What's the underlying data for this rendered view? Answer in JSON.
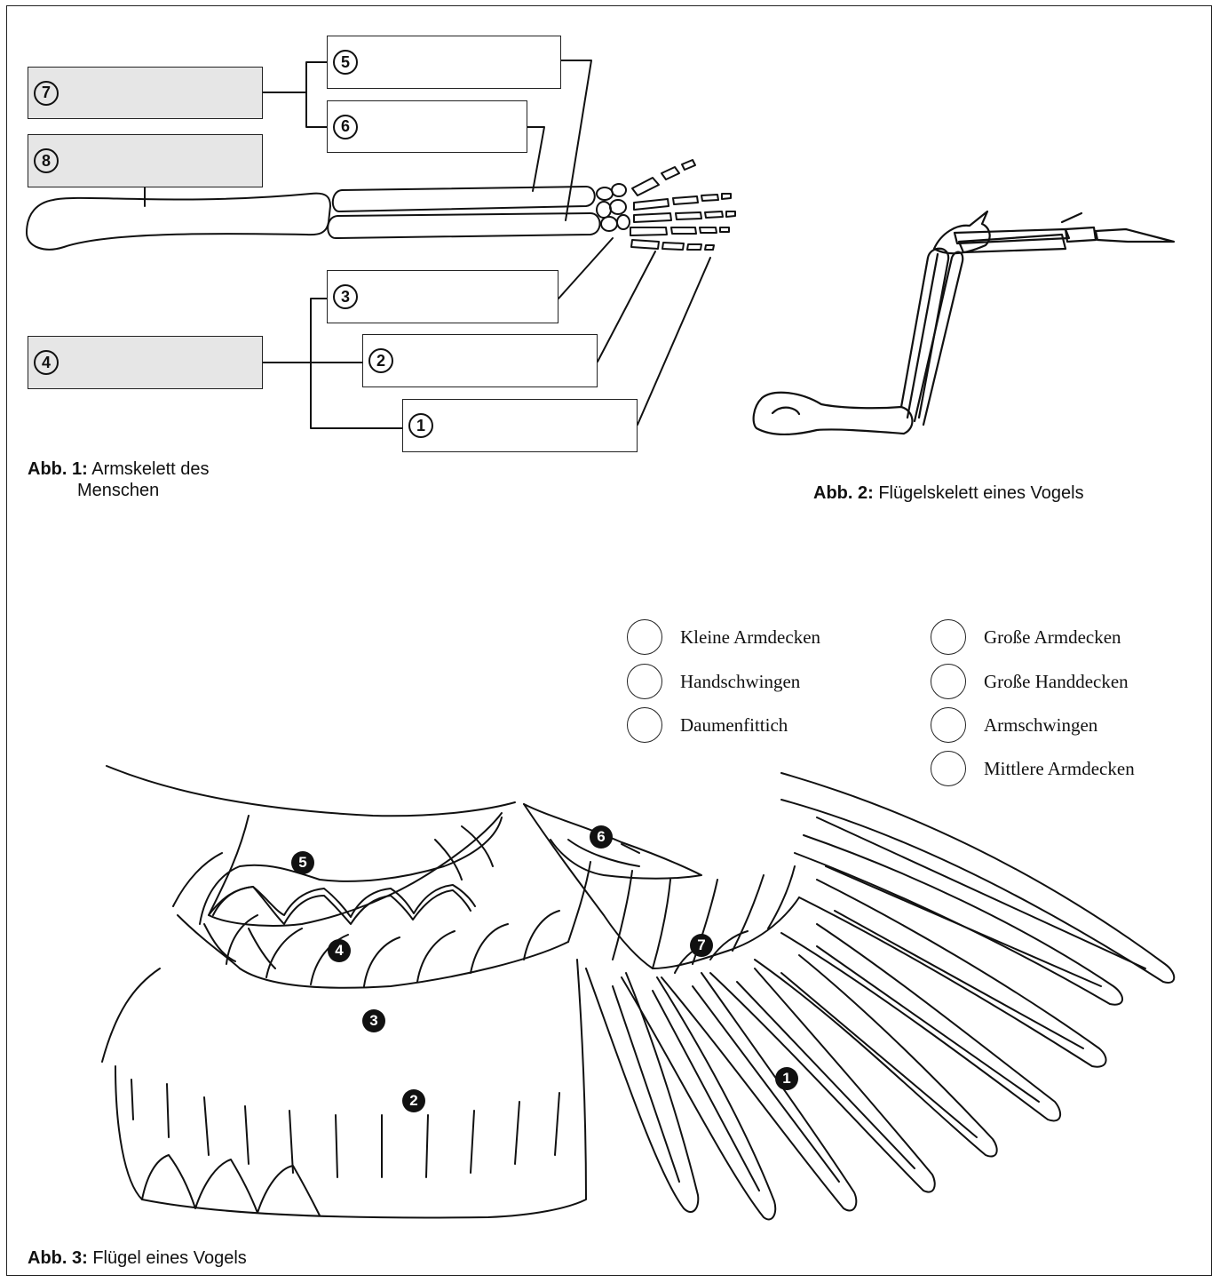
{
  "fig1": {
    "caption_label": "Abb. 1:",
    "caption_text_1": "Armskelett des",
    "caption_text_2": "Menschen",
    "boxes": {
      "n1": "1",
      "n2": "2",
      "n3": "3",
      "n4": "4",
      "n5": "5",
      "n6": "6",
      "n7": "7",
      "n8": "8"
    }
  },
  "fig2": {
    "caption_label": "Abb. 2:",
    "caption_text": "Flügelskelett eines Vogels"
  },
  "fig3": {
    "caption_label": "Abb. 3:",
    "caption_text": "Flügel eines Vogels",
    "numbers": {
      "n1": "1",
      "n2": "2",
      "n3": "3",
      "n4": "4",
      "n5": "5",
      "n6": "6",
      "n7": "7"
    }
  },
  "legend": {
    "left": [
      "Kleine Armdecken",
      "Handschwingen",
      "Daumenfittich"
    ],
    "right": [
      "Große Armdecken",
      "Große Handdecken",
      "Armschwingen",
      "Mittlere Armdecken"
    ]
  }
}
